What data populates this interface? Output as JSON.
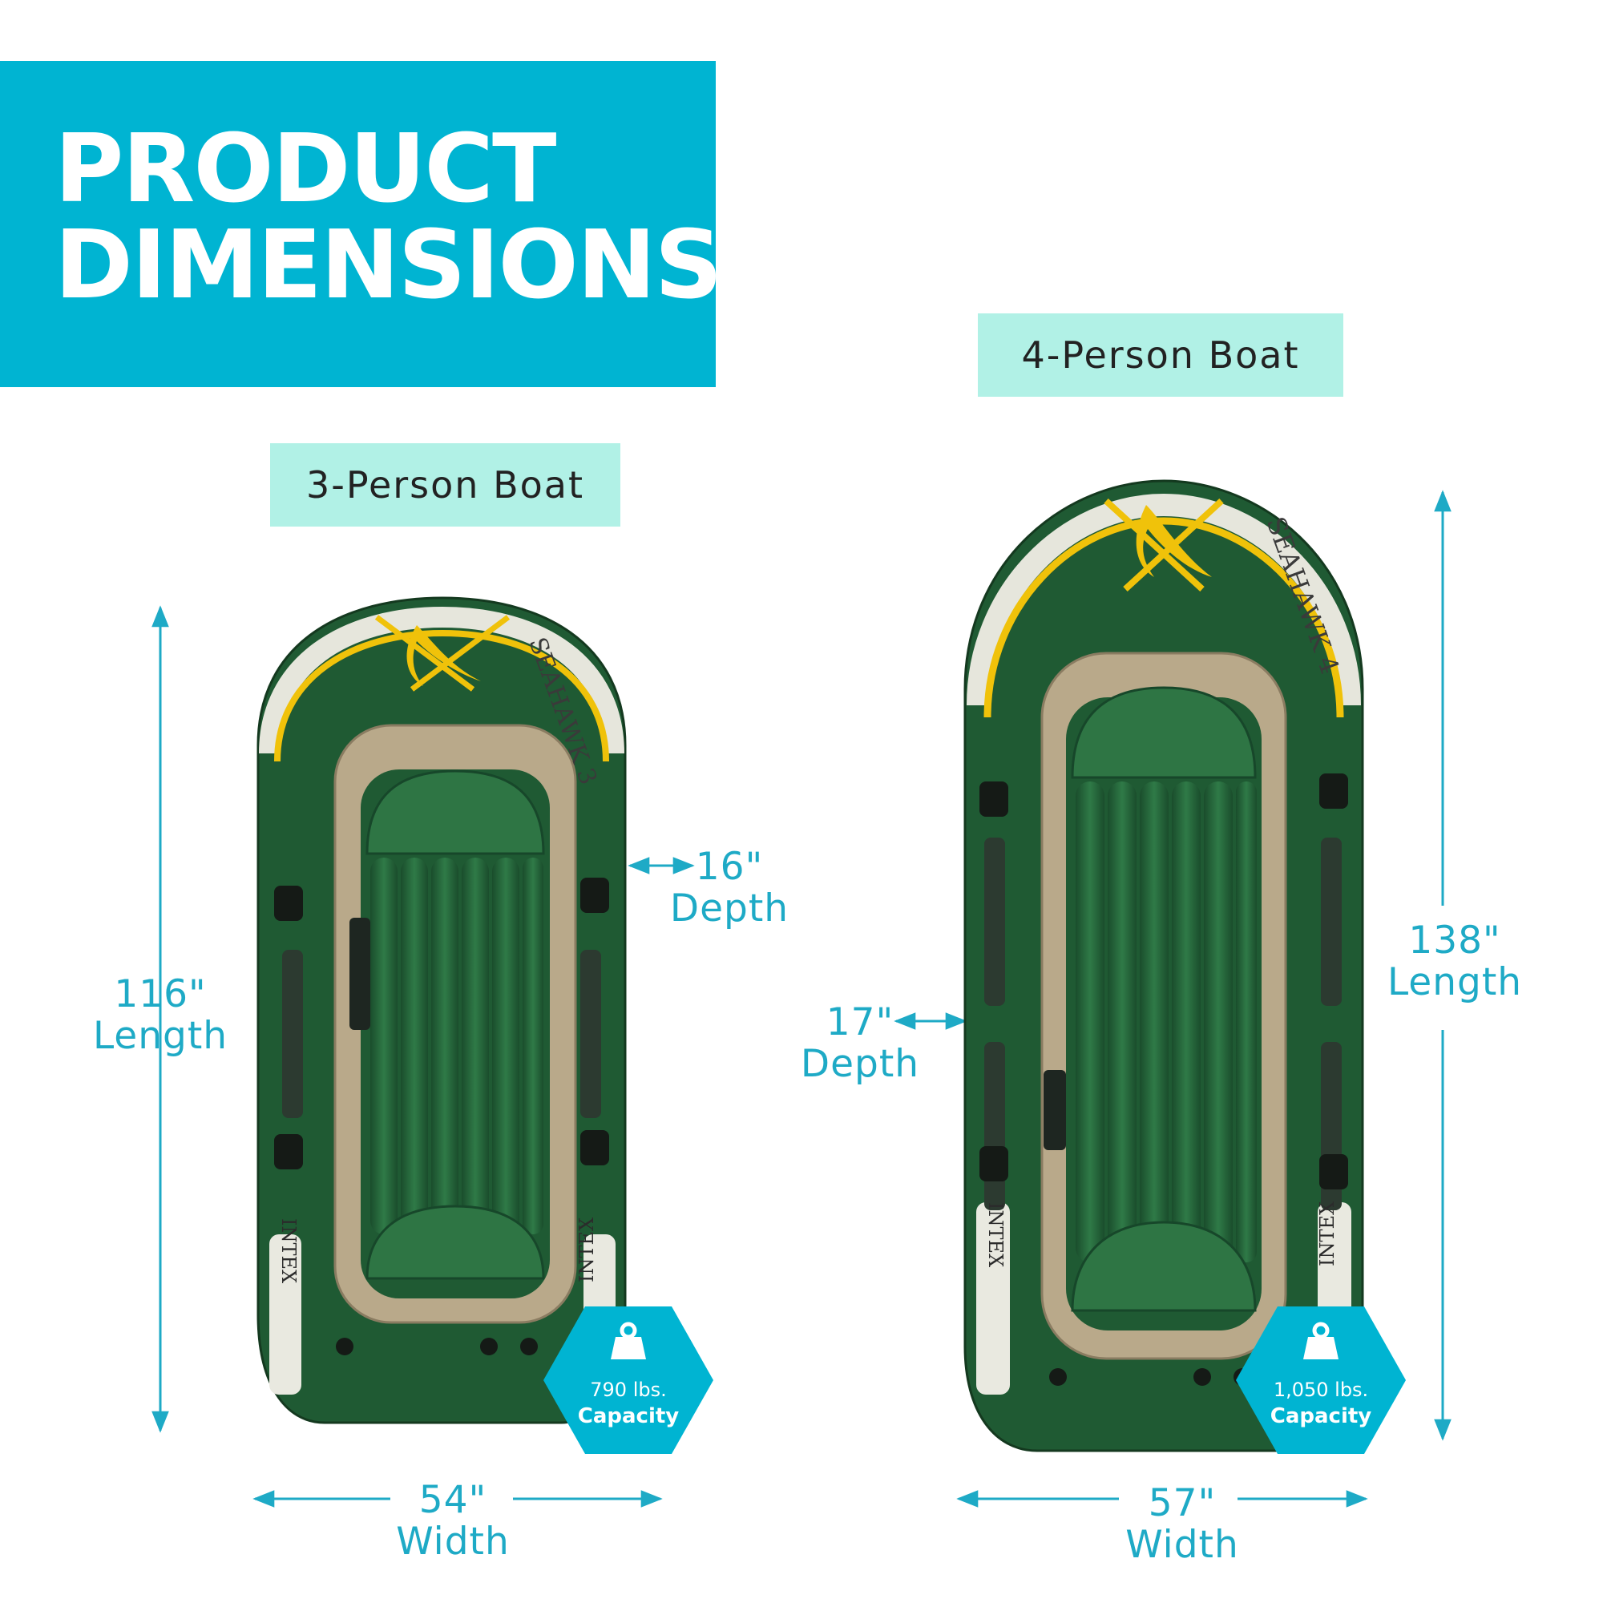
{
  "header": {
    "title": "PRODUCT\nDIMENSIONS"
  },
  "colors": {
    "accent": "#00b4d2",
    "label_bg": "#b1f1e6",
    "dimension_text": "#1eaac6",
    "boat_green": "#1f5a33",
    "boat_yellow": "#f0c20a"
  },
  "boat3": {
    "label": "3-Person Boat",
    "length_value": "116\"",
    "length_label": "Length",
    "width_value": "54\"",
    "width_label": "Width",
    "depth_value": "16\"",
    "depth_label": "Depth",
    "capacity_value": "790 lbs.",
    "capacity_label": "Capacity",
    "brand_side": "SEAHAWK 3",
    "brand_logo": "INTEX"
  },
  "boat4": {
    "label": "4-Person Boat",
    "length_value": "138\"",
    "length_label": "Length",
    "width_value": "57\"",
    "width_label": "Width",
    "depth_value": "17\"",
    "depth_label": "Depth",
    "capacity_value": "1,050 lbs.",
    "capacity_label": "Capacity",
    "brand_side": "SEAHAWK 4",
    "brand_logo": "INTEX"
  }
}
